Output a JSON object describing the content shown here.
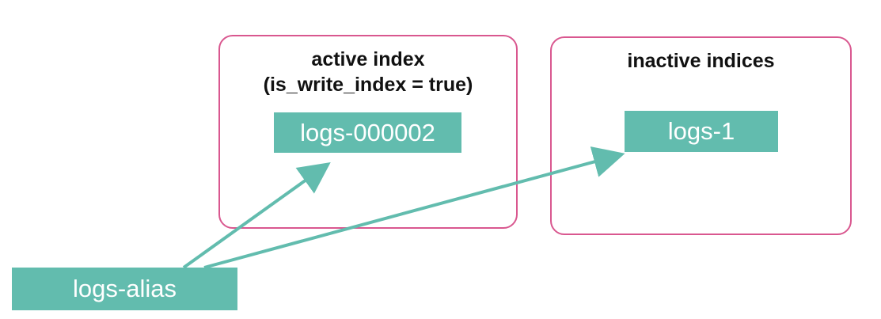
{
  "diagram": {
    "active_group": {
      "title": "active index",
      "subtitle": "(is_write_index = true)",
      "index_name": "logs-000002"
    },
    "inactive_group": {
      "title": "inactive indices",
      "index_name": "logs-1"
    },
    "alias": {
      "name": "logs-alias"
    },
    "colors": {
      "node_fill": "#62bcae",
      "group_border": "#d9578f",
      "arrow": "#62bcae"
    }
  }
}
